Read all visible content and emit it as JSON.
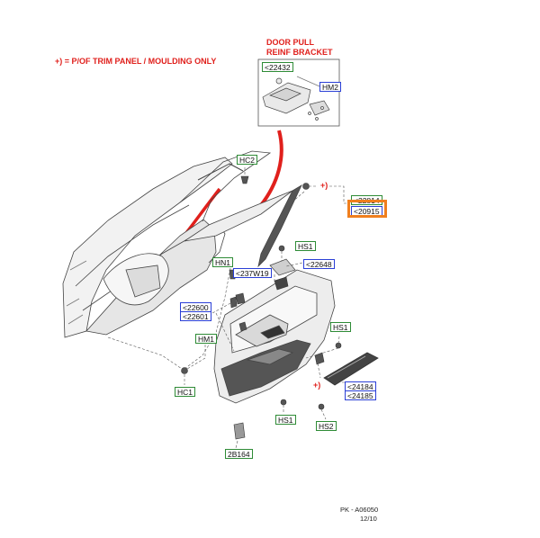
{
  "notes": {
    "trim_note": "+) = P/OF TRIM PANEL / MOULDING ONLY",
    "bracket_title_line1": "DOOR PULL",
    "bracket_title_line2": "REINF BRACKET",
    "plus_marker_1": "+)",
    "plus_marker_2": "+)"
  },
  "labels": {
    "part_22432": "<22432",
    "part_hm2": "HM2",
    "part_hc2": "HC2",
    "part_22814": "<22814",
    "part_20915": "<20915",
    "part_hs1_top": "HS1",
    "part_hn1": "HN1",
    "part_237w19": "<237W19",
    "part_22648": "<22648",
    "part_22600": "<22600",
    "part_22601": "<22601",
    "part_hs1_right": "HS1",
    "part_hm1": "HM1",
    "part_hc1": "HC1",
    "part_24184": "<24184",
    "part_24185": "<24185",
    "part_hs1_bottom": "HS1",
    "part_hs2": "HS2",
    "part_2b164": "2B164"
  },
  "footer": {
    "code": "PK - A06050",
    "date": "12/10"
  },
  "colors": {
    "label_border_blue": "#2a3fd6",
    "label_border_green": "#2e8b36",
    "note_red": "#e0201c",
    "highlight_orange": "#f07f1e"
  }
}
